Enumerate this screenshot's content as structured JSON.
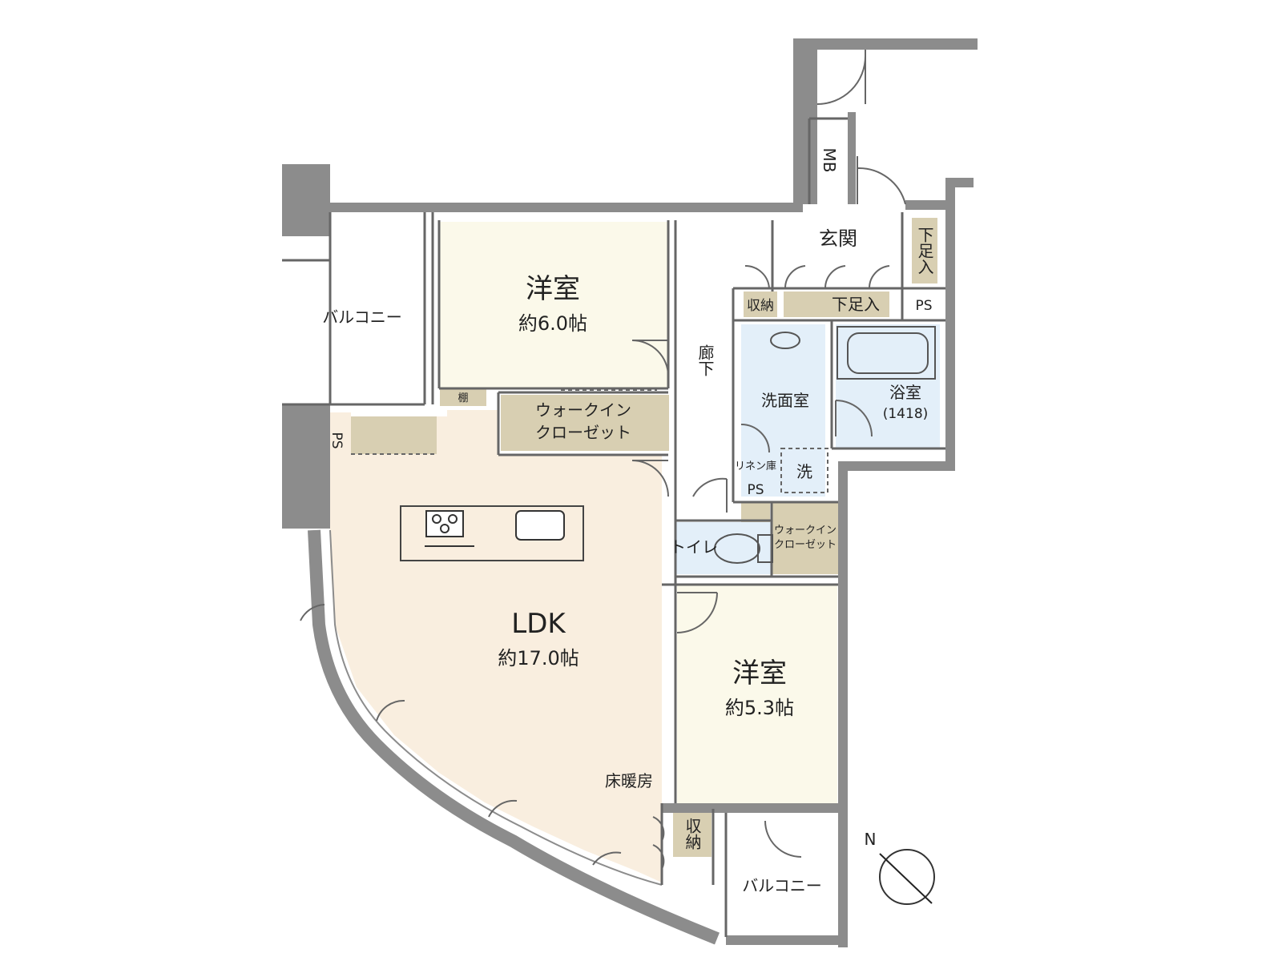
{
  "colors": {
    "ldk_floor": "#f9eedf",
    "bedroom_floor": "#fbf9ea",
    "storage": "#d8cfb2",
    "wet_area": "#e3eff9",
    "wall": "#8c8c8c",
    "line": "#555555"
  },
  "rooms": {
    "bedroom1": {
      "name": "洋室",
      "area": "約6.0帖"
    },
    "bedroom2": {
      "name": "洋室",
      "area": "約5.3帖"
    },
    "ldk": {
      "name": "LDK",
      "area": "約17.0帖",
      "note": "床暖房"
    },
    "balcony_upper": {
      "name": "バルコニー"
    },
    "balcony_lower": {
      "name": "バルコニー"
    },
    "entrance": {
      "name": "玄関"
    },
    "corridor": {
      "name": "廊下"
    },
    "washroom": {
      "name": "洗面室"
    },
    "bathroom": {
      "name": "浴室",
      "size": "(1418)"
    },
    "toilet": {
      "name": "トイレ"
    },
    "wic1": {
      "line1": "ウォークイン",
      "line2": "クローゼット"
    },
    "wic2": {
      "line1": "ウォークイン",
      "line2": "クローゼット"
    }
  },
  "labels": {
    "mb": "MB",
    "shoe1": "下足入",
    "shoe2": "下足入",
    "storage1": "収納",
    "storage2": "収納",
    "ps1": "PS",
    "ps2": "PS",
    "ps3": "PS",
    "shelf": "棚",
    "linen": "リネン庫",
    "washer": "洗",
    "compass_n": "N"
  }
}
